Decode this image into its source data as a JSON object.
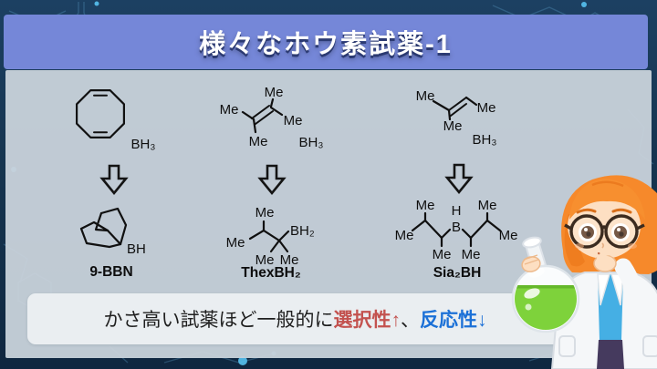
{
  "title": "様々なホウ素試薬-1",
  "labels": {
    "me": "Me"
  },
  "columns": {
    "left": {
      "reagent": "BH₃",
      "product": "9-BBN",
      "product_atom": "BH"
    },
    "middle": {
      "reagent": "BH₃",
      "product": "ThexBH₂",
      "product_atom": "BH₂"
    },
    "right": {
      "reagent": "BH₃",
      "product": "Sia₂BH",
      "boron": "B",
      "hydride": "H"
    }
  },
  "footer": {
    "prefix": "かさ高い試薬ほど一般的に",
    "selectivity": "選択性↑",
    "comma": "、",
    "reactivity": "反応性↓"
  },
  "colors": {
    "banner": "#7587d8",
    "panel": "#c9d3db",
    "selectivity_red": "#c3524f",
    "reactivity_blue": "#1b70d7",
    "flask_liquid": "#7ed23b"
  }
}
